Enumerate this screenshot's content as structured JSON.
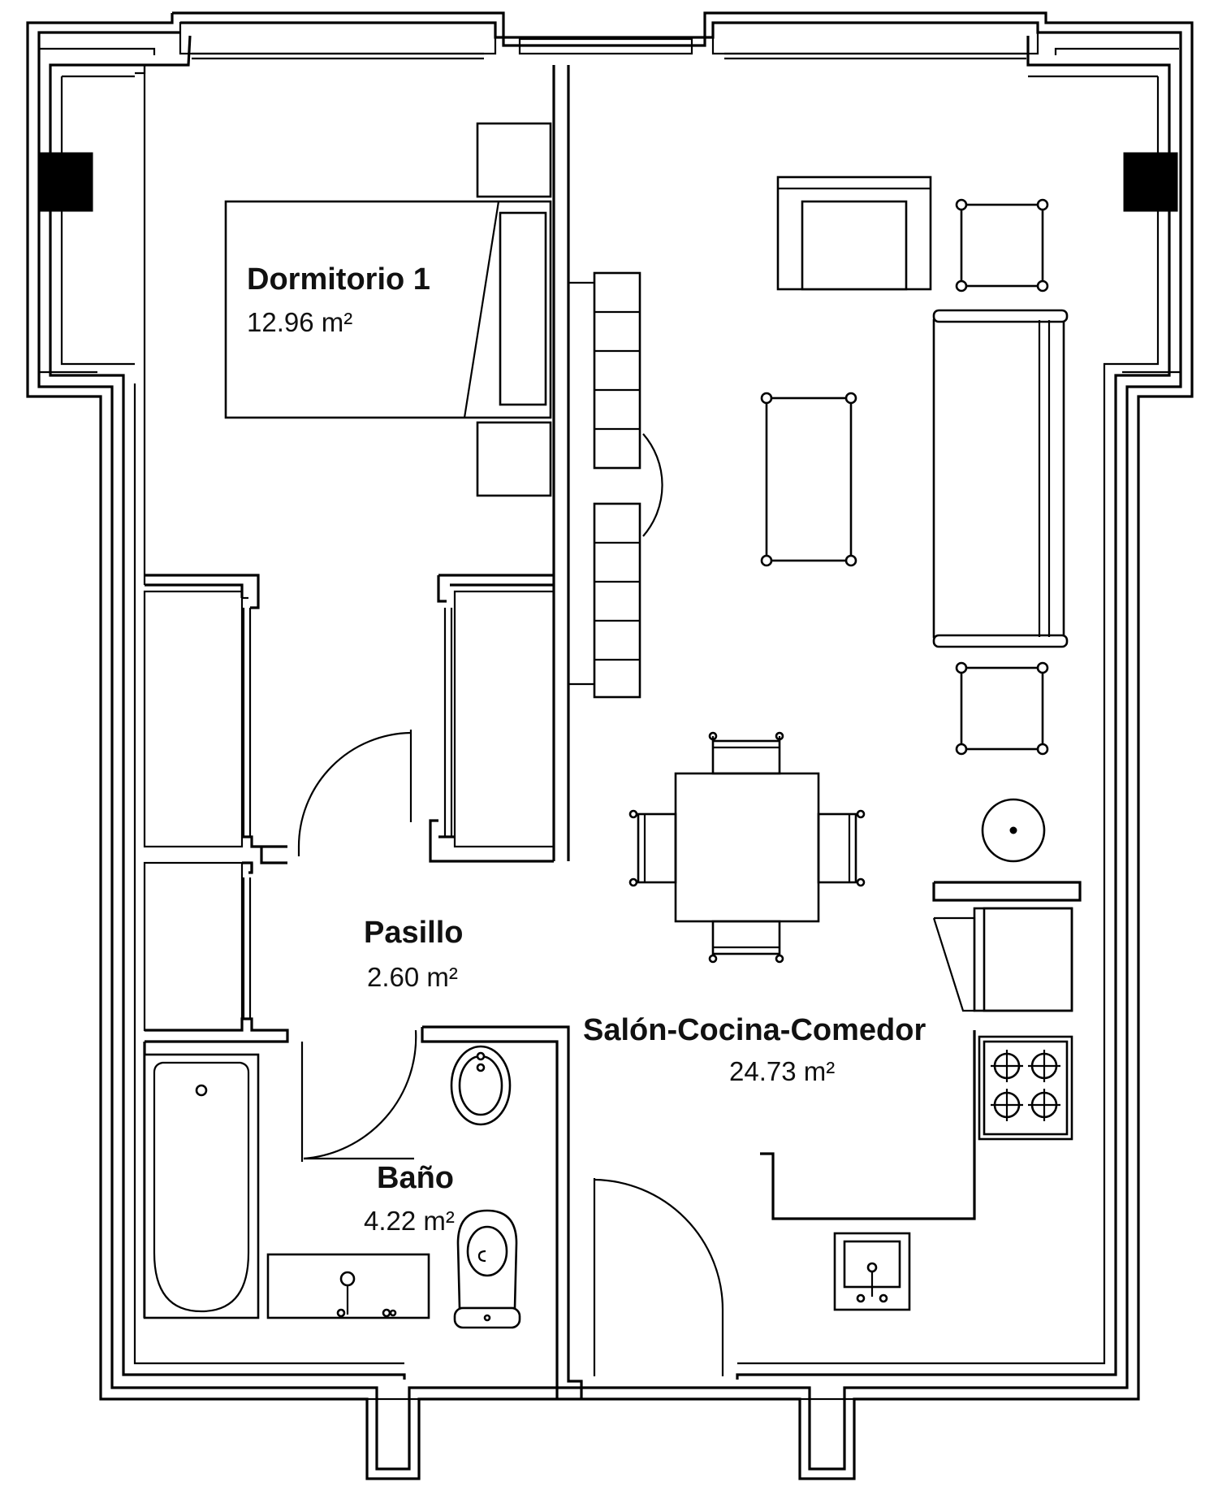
{
  "rooms": [
    {
      "id": "dormitorio",
      "name": "Dormitorio 1",
      "area": "12.96 m²"
    },
    {
      "id": "pasillo",
      "name": "Pasillo",
      "area": "2.60 m²"
    },
    {
      "id": "salon",
      "name": "Salón-Cocina-Comedor",
      "area": "24.73 m²"
    },
    {
      "id": "bano",
      "name": "Baño",
      "area": "4.22 m²"
    }
  ]
}
